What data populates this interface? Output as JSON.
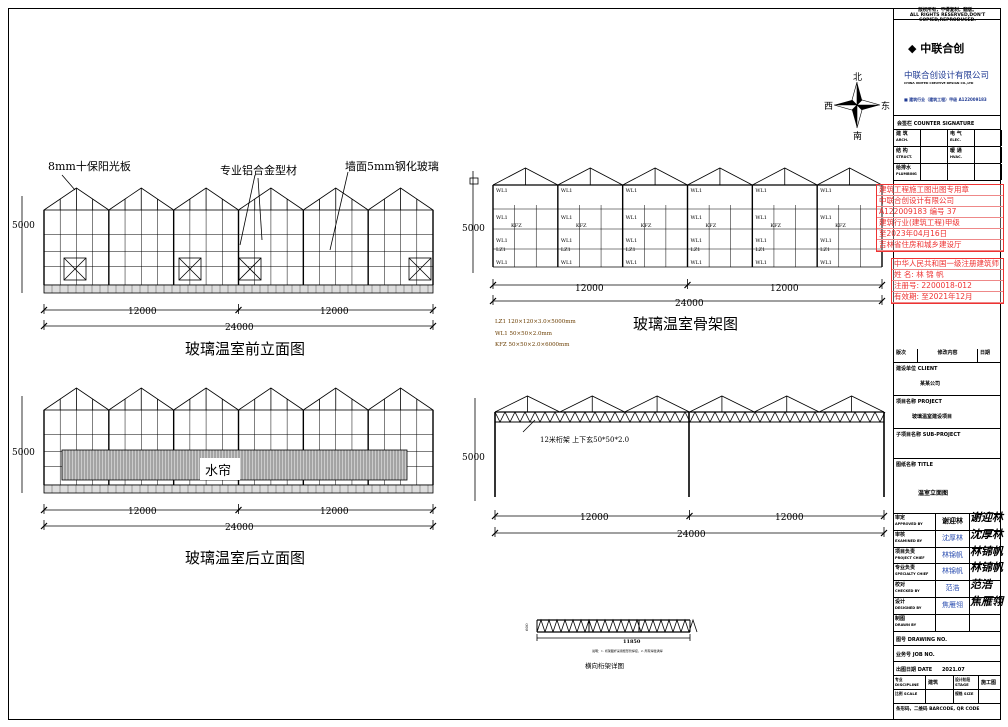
{
  "front": {
    "title": "玻璃温室前立面图",
    "label_board": "8mm十保阳光板",
    "label_profile": "专业铝合金型材",
    "label_glass": "墙面5mm钢化玻璃",
    "height": "5000",
    "span_a": "12000",
    "span_b": "12000",
    "total": "24000"
  },
  "back": {
    "title": "玻璃温室后立面图",
    "curtain": "水帘",
    "height": "5000",
    "span_a": "12000",
    "span_b": "12000",
    "total": "24000"
  },
  "skeleton": {
    "title": "玻璃温室骨架图",
    "height": "5000",
    "span_a": "12000",
    "span_b": "12000",
    "total": "24000",
    "tag_wl": "WL1",
    "tag_kfz": "KFZ",
    "tag_lz": "LZ1",
    "legend": [
      "LZ1  120×120×3.0×5000mm",
      "WL1   50×50×2.0mm",
      "KFZ   50×50×2.0×6000mm"
    ]
  },
  "truss": {
    "label": "12米桁架 上下玄50*50*2.0",
    "height": "5000",
    "span_a": "12000",
    "span_b": "12000",
    "total": "24000"
  },
  "detail": {
    "title": "横向桁架详图",
    "length": "11850",
    "height": "600",
    "note": "说明：1. 桁架腹杆采用矩形管焊接，2. 所有焊缝满焊"
  },
  "compass": {
    "n": "北",
    "e": "东",
    "s": "南",
    "w": "西"
  },
  "titleblock": {
    "notice": "版权所有，不得复制，翻版。",
    "notice_en": "ALL RIGHTS RESERVED,DON'T COPIED,REPRODUCED.",
    "company": "中联合创设计有限公司",
    "company_en": "CHINA UNITED CREATIVE DESIGN CO.,LTD",
    "logo": "中联合创",
    "license": "■ 建筑行业（建筑工程）甲级  A122009183",
    "countersign": "会签栏 COUNTER SIGNATURE",
    "disciplines": [
      [
        "建 筑",
        "ARCH."
      ],
      [
        "电 气",
        "ELEC."
      ],
      [
        "结 构",
        "STRUCT."
      ],
      [
        "暖 通",
        "HVAC."
      ],
      [
        "给排水",
        "PLUMBING"
      ]
    ],
    "stamp1": [
      "建筑工程施工图出图专用章",
      "中联合创设计有限公司",
      "A122009183  编号  37",
      "建筑行业(建筑工程)甲级",
      "至2023年04月16日",
      "吉林省住房和城乡建设厅"
    ],
    "stamp2": [
      "中华人民共和国一级注册建筑师",
      "姓  名:  林 锦 帆",
      "注册号: 2200018-012",
      "有效期:  至2021年12月"
    ],
    "rev_headers": [
      "版次",
      "修改内容",
      "日期"
    ],
    "client": "建设单位 CLIENT",
    "client_val": "某某公司",
    "project": "项目名称 PROJECT",
    "project_val": "玻璃温室建设项目",
    "subproject": "子项目名称 SUB-PROJECT",
    "drawing_title": "图纸名称 TITLE",
    "drawing_title_val": "温室立面图",
    "roles": [
      [
        "审定",
        "APPROVED BY",
        "谢迎林",
        "谢迎林"
      ],
      [
        "审核",
        "EXAMINED BY",
        "沈厚林",
        "沈厚林"
      ],
      [
        "项目负责",
        "PROJECT CHIEF",
        "林锦帆",
        "林锦帆"
      ],
      [
        "专业负责",
        "SPECIALTY CHIEF",
        "林锦帆",
        "林锦帆"
      ],
      [
        "校对",
        "CHECKED BY",
        "范浩",
        "范浩"
      ],
      [
        "设计",
        "DESIGNED BY",
        "焦雁翎",
        "焦雁翎"
      ],
      [
        "制图",
        "DRAWN BY",
        "",
        ""
      ]
    ],
    "drawing_no": "图号 DRAWING NO.",
    "job_no": "业务号 JOB NO.",
    "date": "出图日期 DATE",
    "date_val": "2021.07",
    "discipline": "专业 DISCIPLINE",
    "discipline_val": "建筑",
    "stage": "设计阶段 STAGE",
    "stage_val": "施工图",
    "scale": "比例 SCALE",
    "size": "规格 SIZE",
    "barcode": "条形码，二维码 BARCODE, QR CODE"
  }
}
